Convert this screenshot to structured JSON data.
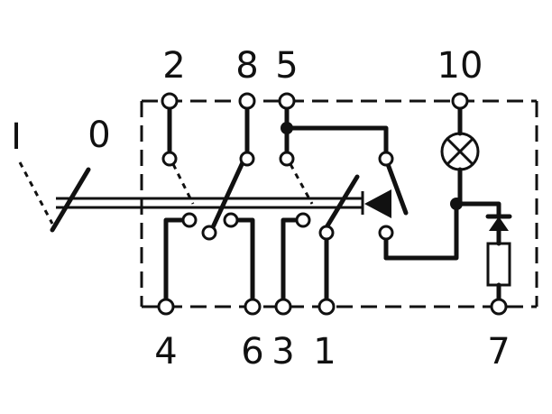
{
  "labels": {
    "pos_I": "I",
    "pos_0": "0",
    "t2": "2",
    "t8": "8",
    "t5": "5",
    "t10": "10",
    "t4": "4",
    "t6": "6",
    "t3": "3",
    "t1": "1",
    "t7": "7"
  },
  "colors": {
    "line": "#111111",
    "background": "#ffffff"
  },
  "icons": [
    "lamp-icon",
    "diode-icon",
    "resistor-icon",
    "rocker-switch-icon"
  ]
}
